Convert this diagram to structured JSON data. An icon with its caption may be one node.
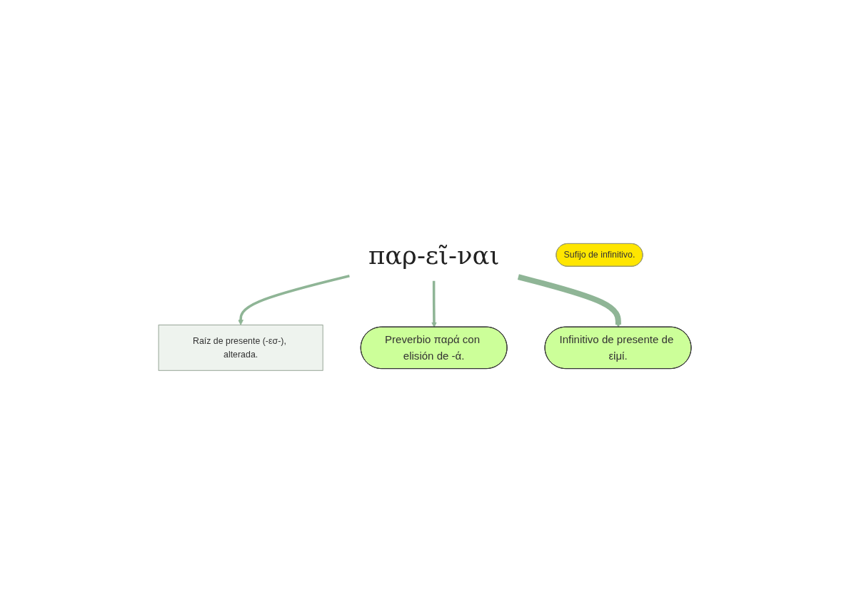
{
  "diagram": {
    "nodes": [
      {
        "text": [
          "παρ-εῖ-ναι"
        ]
      },
      {
        "text": [
          "Raíz de presente (-εσ-), alterada."
        ]
      },
      {
        "text": [
          "Sufijo de infinitivo."
        ]
      },
      {
        "text": [
          "Preverbio παρά con elisión de -ά."
        ]
      },
      {
        "text": [
          "Infinitivo de presente de εἰμί."
        ]
      }
    ],
    "edges": [
      {
        "from": 0,
        "to": 1,
        "arrow": "to"
      },
      {
        "from": 0,
        "to": 3,
        "arrow": "to"
      },
      {
        "from": 0,
        "to": 4,
        "arrow": "to",
        "style": "thick"
      }
    ]
  }
}
